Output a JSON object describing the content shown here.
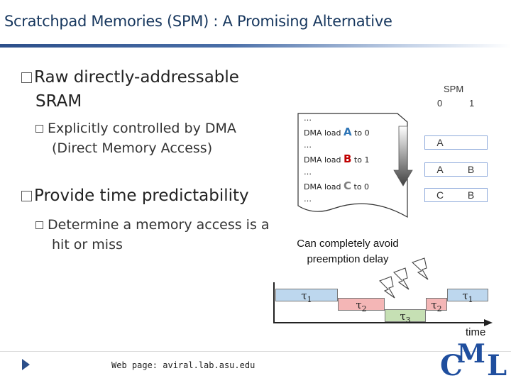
{
  "title": "Scratchpad Memories (SPM) : A Promising Alternative",
  "bullets": {
    "raw_line1": "Raw directly-addressable",
    "raw_line2": "SRAM",
    "dma_line1": "Explicitly controlled by DMA",
    "dma_line2": "(Direct Memory Access)",
    "provide": "Provide time predictability",
    "determine_line1": "Determine a memory access is a",
    "determine_line2": "hit or miss"
  },
  "program": {
    "lines": [
      {
        "text": "…"
      },
      {
        "prefix": "DMA load ",
        "letter": "A",
        "suffix": " to 0",
        "color": "#2e75b6"
      },
      {
        "text": "…"
      },
      {
        "prefix": "DMA load ",
        "letter": "B",
        "suffix": " to 1",
        "color": "#c00000"
      },
      {
        "text": "…"
      },
      {
        "prefix": "DMA load ",
        "letter": "C",
        "suffix": " to 0",
        "color": "#7f7f7f"
      },
      {
        "text": "…"
      }
    ]
  },
  "spm": {
    "label": "SPM",
    "col0": "0",
    "col1": "1",
    "rows": [
      {
        "c0": "A",
        "c1": ""
      },
      {
        "c0": "A",
        "c1": "B"
      },
      {
        "c0": "C",
        "c1": "B"
      }
    ]
  },
  "note_line1": "Can completely avoid",
  "note_line2": "preemption delay",
  "timeline": {
    "axis_label": "time",
    "tasks": [
      {
        "symbol": "τ",
        "sub": "1",
        "color": "#bdd7ee"
      },
      {
        "symbol": "τ",
        "sub": "2",
        "color": "#f4b6b6"
      },
      {
        "symbol": "τ",
        "sub": "3",
        "color": "#c6e0b4"
      },
      {
        "symbol": "τ",
        "sub": "2",
        "color": "#f4b6b6"
      },
      {
        "symbol": "τ",
        "sub": "1",
        "color": "#bdd7ee"
      }
    ]
  },
  "footer": {
    "web": "Web page:  aviral.lab.asu.edu",
    "logo_c": "C",
    "logo_m": "M",
    "logo_l": "L"
  }
}
